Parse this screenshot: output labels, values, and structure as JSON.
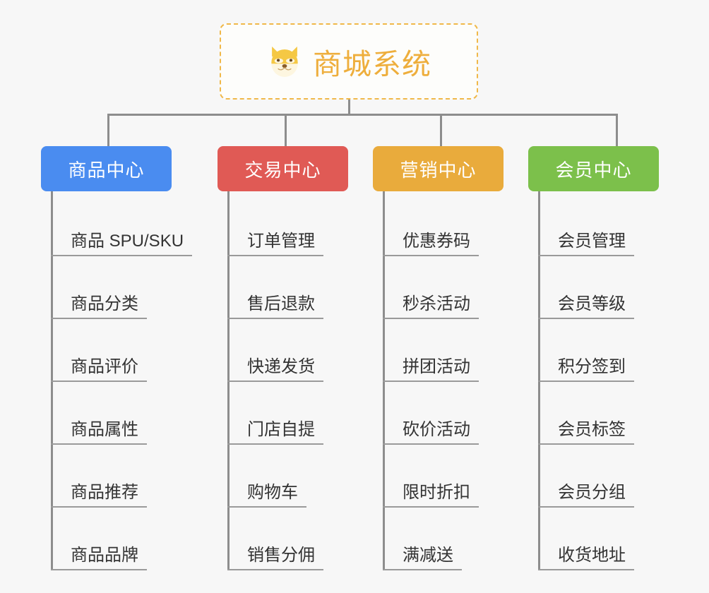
{
  "background_color": "#f7f7f7",
  "root": {
    "icon": "dog-face-emoji",
    "title": "商城系统",
    "title_color": "#eeae3c",
    "border_color": "#f0b849",
    "card_color": "#fdfdfb"
  },
  "connector_color": "#8d8d8d",
  "columns": [
    {
      "header": "商品中心",
      "color": "#4a8cf0",
      "items": [
        "商品 SPU/SKU",
        "商品分类",
        "商品评价",
        "商品属性",
        "商品推荐",
        "商品品牌"
      ]
    },
    {
      "header": "交易中心",
      "color": "#e05a55",
      "items": [
        "订单管理",
        "售后退款",
        "快递发货",
        "门店自提",
        "购物车",
        "销售分佣"
      ]
    },
    {
      "header": "营销中心",
      "color": "#e9ab3c",
      "items": [
        "优惠券码",
        "秒杀活动",
        "拼团活动",
        "砍价活动",
        "限时折扣",
        "满减送"
      ]
    },
    {
      "header": "会员中心",
      "color": "#7cc04b",
      "items": [
        "会员管理",
        "会员等级",
        "积分签到",
        "会员标签",
        "会员分组",
        "收货地址"
      ]
    }
  ]
}
